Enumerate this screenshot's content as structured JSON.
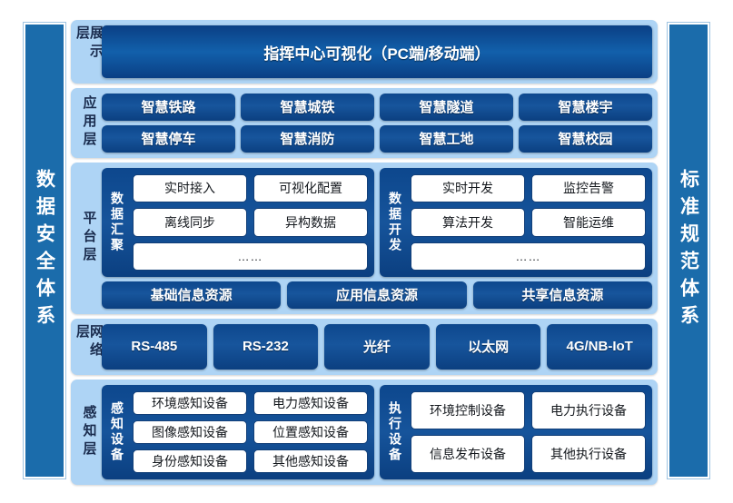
{
  "pillars": {
    "left": "数据安全体系",
    "right": "标准规范体系"
  },
  "layers": {
    "display": {
      "label": "展示层",
      "box": "指挥中心可视化（PC端/移动端）"
    },
    "application": {
      "label": "应用层",
      "row1": [
        "智慧铁路",
        "智慧城铁",
        "智慧隧道",
        "智慧楼宇"
      ],
      "row2": [
        "智慧停车",
        "智慧消防",
        "智慧工地",
        "智慧校园"
      ]
    },
    "platform": {
      "label": "平台层",
      "group_aggregation": {
        "title": "数据汇聚",
        "row1": [
          "实时接入",
          "可视化配置"
        ],
        "row2": [
          "离线同步",
          "异构数据"
        ],
        "row3": "……"
      },
      "group_development": {
        "title": "数据开发",
        "row1": [
          "实时开发",
          "监控告警"
        ],
        "row2": [
          "算法开发",
          "智能运维"
        ],
        "row3": "……"
      },
      "resources": [
        "基础信息资源",
        "应用信息资源",
        "共享信息资源"
      ]
    },
    "network": {
      "label": "网络层",
      "items": [
        "RS-485",
        "RS-232",
        "光纤",
        "以太网",
        "4G/NB-IoT"
      ]
    },
    "perception": {
      "label": "感知层",
      "group_sensing": {
        "title": "感知设备",
        "row1": [
          "环境感知设备",
          "电力感知设备"
        ],
        "row2": [
          "图像感知设备",
          "位置感知设备"
        ],
        "row3": [
          "身份感知设备",
          "其他感知设备"
        ]
      },
      "group_actuating": {
        "title": "执行设备",
        "row1": [
          "环境控制设备",
          "电力执行设备"
        ],
        "row2": [
          "信息发布设备",
          "其他执行设备"
        ]
      }
    }
  },
  "colors": {
    "pillar": "#1b6cab",
    "band_background": "#aed4f5",
    "dark_box": "#0d478d",
    "white_box": "#ffffff",
    "page_background": "#ffffff"
  }
}
